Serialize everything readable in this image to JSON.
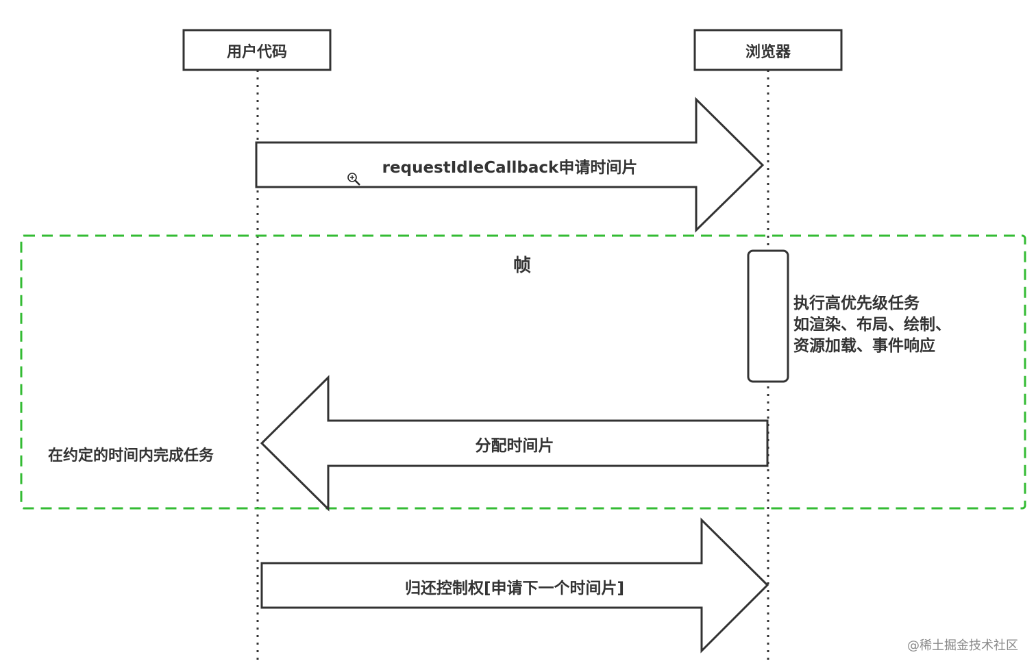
{
  "participants": {
    "user_code": "用户代码",
    "browser": "浏览器"
  },
  "frame": {
    "label": "帧",
    "color": "#33bb33"
  },
  "messages": {
    "request": "requestIdleCallback申请时间片",
    "allocate": "分配时间片",
    "return_control": "归还控制权[申请下一个时间片]"
  },
  "notes": {
    "browser_task_lines": [
      "执行高优先级任务",
      "如渲染、布局、绘制、",
      "资源加载、事件响应"
    ],
    "user_task": "在约定的时间内完成任务"
  },
  "icons": {
    "cursor": "zoom-in-cursor-icon"
  },
  "watermark": "@稀土掘金技术社区"
}
